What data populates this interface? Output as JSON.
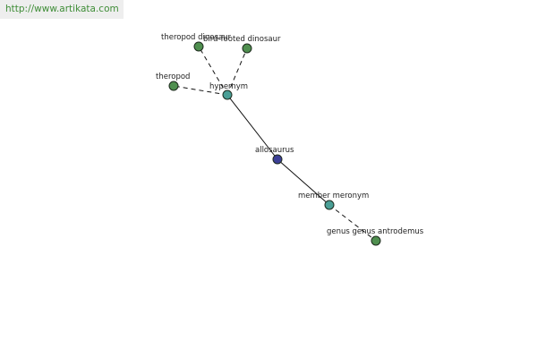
{
  "header": {
    "url": "http://www.artikata.com"
  },
  "graph": {
    "nodes": [
      {
        "id": "theropod-dinosaur",
        "label": "theropod dinosaur",
        "kind": "leaf"
      },
      {
        "id": "bird-footed-dinosaur",
        "label": "bird-footed dinosaur",
        "kind": "leaf"
      },
      {
        "id": "theropod",
        "label": "theropod",
        "kind": "leaf"
      },
      {
        "id": "hypernym",
        "label": "hypernym",
        "kind": "relation"
      },
      {
        "id": "allosaurus",
        "label": "allosaurus",
        "kind": "root"
      },
      {
        "id": "member-meronym",
        "label": "member meronym",
        "kind": "relation"
      },
      {
        "id": "genus-antrodemus",
        "label": "genus genus antrodemus",
        "kind": "leaf"
      }
    ],
    "edges": [
      {
        "from": "hypernym",
        "to": "theropod-dinosaur",
        "style": "dashed"
      },
      {
        "from": "hypernym",
        "to": "bird-footed-dinosaur",
        "style": "dashed"
      },
      {
        "from": "hypernym",
        "to": "theropod",
        "style": "dashed"
      },
      {
        "from": "allosaurus",
        "to": "hypernym",
        "style": "solid"
      },
      {
        "from": "allosaurus",
        "to": "member-meronym",
        "style": "solid"
      },
      {
        "from": "member-meronym",
        "to": "genus-antrodemus",
        "style": "dashed"
      }
    ],
    "colors": {
      "leaf": "#4f8f4f",
      "relation": "#4a9f96",
      "root": "#3c3f96"
    }
  }
}
